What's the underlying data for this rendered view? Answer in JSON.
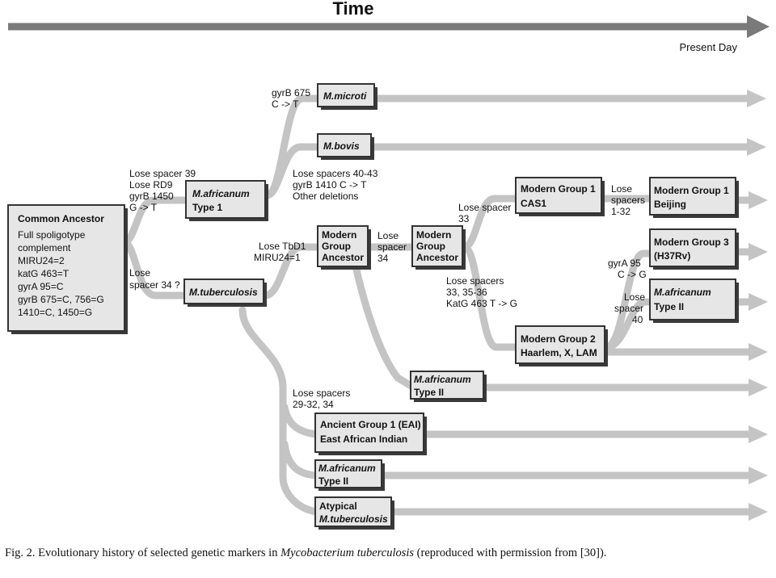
{
  "header": {
    "title": "Time",
    "present_day": "Present Day"
  },
  "nodes": {
    "common_ancestor": {
      "title": "Common Ancestor",
      "lines": [
        "Full spoligotype",
        "complement",
        "MIRU24=2",
        "katG 463=T",
        "gyrA 95=C",
        "gyrB 675=C, 756=G",
        "1410=C, 1450=G"
      ]
    },
    "m_africanum_type1": {
      "lines": [
        "M.africanum",
        "Type 1"
      ]
    },
    "m_tuberculosis": {
      "lines": [
        "M.tuberculosis"
      ]
    },
    "m_microti": {
      "lines": [
        "M.microti"
      ]
    },
    "m_bovis": {
      "lines": [
        "M.bovis"
      ]
    },
    "modern_group_ancestor_1": {
      "lines": [
        "Modern",
        "Group",
        "Ancestor"
      ]
    },
    "modern_group_ancestor_2": {
      "lines": [
        "Modern",
        "Group",
        "Ancestor"
      ]
    },
    "modern_group_1_cas1": {
      "lines": [
        "Modern Group 1",
        "CAS1"
      ]
    },
    "modern_group_1_beijing": {
      "lines": [
        "Modern Group 1",
        "Beijing"
      ]
    },
    "modern_group_3": {
      "lines": [
        "Modern Group 3",
        "(H37Rv)"
      ]
    },
    "m_africanum_type2_upper": {
      "lines": [
        "M.africanum",
        "Type II"
      ]
    },
    "modern_group_2": {
      "lines": [
        "Modern Group 2",
        "Haarlem, X, LAM"
      ]
    },
    "m_africanum_type2_middle": {
      "lines": [
        "M.africanum",
        "Type II"
      ]
    },
    "ancient_group_1": {
      "lines": [
        "Ancient Group 1 (EAI)",
        "East African Indian"
      ]
    },
    "m_africanum_type2_lower": {
      "lines": [
        "M.africanum",
        "Type II"
      ]
    },
    "atypical": {
      "lines": [
        "Atypical",
        "M.tuberculosis"
      ]
    }
  },
  "annotations": {
    "lose_spacer_39": [
      "Lose spacer 39",
      "Lose RD9",
      "gyrB 1450",
      "G -> T"
    ],
    "lose_spacer_34q": [
      "Lose",
      "spacer 34 ?"
    ],
    "gyrb_675": [
      "gyrB 675",
      "C -> T"
    ],
    "lose_spacers_40_43": [
      "Lose spacers 40-43",
      "gyrB 1410 C -> T",
      "Other deletions"
    ],
    "lose_tbd1": [
      "Lose TbD1",
      "MIRU24=1"
    ],
    "lose_spacer_34": [
      "Lose",
      "spacer",
      "34"
    ],
    "lose_spacer_33": [
      "Lose spacer",
      "33"
    ],
    "lose_spacers_1_32": [
      "Lose",
      "spacers",
      "1-32"
    ],
    "lose_spacers_33_35_36": [
      "Lose spacers",
      "33, 35-36",
      "KatG 463 T -> G"
    ],
    "gyra_95": [
      "gyrA 95",
      "C -> G"
    ],
    "lose_spacer_40": [
      "Lose",
      "spacer",
      "40"
    ],
    "lose_spacers_29_32": [
      "Lose spacers",
      "29-32, 34"
    ]
  },
  "caption": {
    "label": "Fig. 2.",
    "text_before": "Evolutionary history of selected genetic markers in",
    "species": "Mycobacterium tuberculosis",
    "text_after": "(reproduced with permission from [30])."
  }
}
